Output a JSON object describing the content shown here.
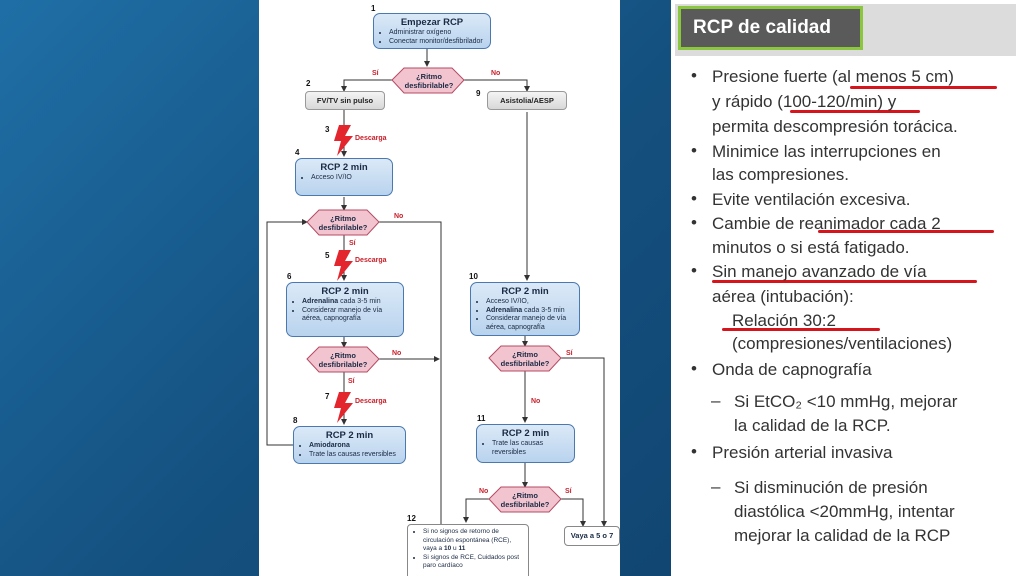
{
  "flowchart": {
    "nodes": {
      "start": {
        "num": "1",
        "title": "Empezar RCP",
        "items": [
          "Administrar oxígeno",
          "Conectar monitor/desfibrilador"
        ]
      },
      "d1": {
        "text1": "¿Ritmo",
        "text2": "desfibrilable?",
        "si": "Sí",
        "no": "No"
      },
      "fv": {
        "num": "2",
        "label": "FV/TV sin pulso"
      },
      "asis": {
        "num": "9",
        "label": "Asistolia/AESP"
      },
      "shock1": {
        "num": "3",
        "label": "Descarga"
      },
      "rcp4": {
        "num": "4",
        "title": "RCP 2 min",
        "items": [
          "Acceso IV/IO"
        ]
      },
      "d2": {
        "text1": "¿Ritmo",
        "text2": "desfibrilable?",
        "si": "Sí",
        "no": "No"
      },
      "shock2": {
        "num": "5",
        "label": "Descarga"
      },
      "rcp6": {
        "num": "6",
        "title": "RCP 2 min",
        "items": [
          {
            "b": "Adrenalina",
            "t": " cada 3-5 min"
          },
          {
            "b": "",
            "t": "Considerar manejo de vía aérea, capnografía"
          }
        ]
      },
      "d3": {
        "text1": "¿Ritmo",
        "text2": "desfibrilable?",
        "si": "Sí",
        "no": "No"
      },
      "shock3": {
        "num": "7",
        "label": "Descarga"
      },
      "rcp8": {
        "num": "8",
        "title": "RCP 2 min",
        "items": [
          {
            "b": "Amiodarona",
            "t": ""
          },
          {
            "b": "",
            "t": "Trate las causas reversibles"
          }
        ]
      },
      "rcp10": {
        "num": "10",
        "title": "RCP 2 min",
        "items": [
          {
            "b": "",
            "t": "Acceso IV/IO,"
          },
          {
            "b": "Adrenalina",
            "t": " cada 3-5 min"
          },
          {
            "b": "",
            "t": "Considerar manejo de vía aérea, capnografía"
          }
        ]
      },
      "d4": {
        "text1": "¿Ritmo",
        "text2": "desfibrilable?",
        "si": "Sí",
        "no": "No"
      },
      "rcp11": {
        "num": "11",
        "title": "RCP 2 min",
        "items": [
          "Trate las causas reversibles"
        ]
      },
      "d5": {
        "text1": "¿Ritmo",
        "text2": "desfibrilable?",
        "si": "Sí",
        "no": "No"
      },
      "end12": {
        "num": "12",
        "items": [
          {
            "t": "Si no signos de retorno de circulación espontánea (RCE), vaya a ",
            "b1": "10",
            "m": " u ",
            "b2": "11"
          },
          {
            "t": "Si signos de RCE, Cuidados post paro cardíaco",
            "b1": "",
            "m": "",
            "b2": ""
          }
        ]
      },
      "goto": {
        "label": "Vaya a 5 o 7"
      }
    }
  },
  "panel": {
    "title": "RCP de calidad",
    "lines": [
      {
        "text": "Presione fuerte (al menos 5 cm)",
        "bullet": "•"
      },
      {
        "text": "y rápido (100-120/min) y"
      },
      {
        "text": "permita descompresión torácica."
      },
      {
        "text": "Minimice las interrupciones en",
        "bullet": "•"
      },
      {
        "text": "las compresiones."
      },
      {
        "text": "Evite ventilación excesiva.",
        "bullet": "•"
      },
      {
        "text": "Cambie de reanimador cada 2",
        "bullet": "•"
      },
      {
        "text": "minutos o si está fatigado."
      },
      {
        "text": "Sin manejo avanzado de vía",
        "bullet": "•"
      },
      {
        "text": "aérea (intubación):"
      },
      {
        "text": "Relación 30:2",
        "indent": true
      },
      {
        "text": "(compresiones/ventilaciones)",
        "indent": true
      },
      {
        "text": "Onda de capnografía",
        "bullet": "•"
      },
      {
        "text": "Si EtCO₂ <10 mmHg, mejorar",
        "dash": "–",
        "sub": true
      },
      {
        "text": "la calidad de la RCP.",
        "sub": true
      },
      {
        "text": "Presión arterial invasiva",
        "bullet": "•"
      },
      {
        "text": "Si disminución de presión",
        "dash": "–",
        "sub": true
      },
      {
        "text": "diastólica <20mmHg, intentar",
        "sub": true
      },
      {
        "text": "mejorar la calidad de la RCP",
        "sub": true
      }
    ],
    "colors": {
      "header_bg": "#dcdcdc",
      "title_bg": "#5a5a5a",
      "title_border": "#8bc63f",
      "underline": "#d6141c"
    }
  }
}
